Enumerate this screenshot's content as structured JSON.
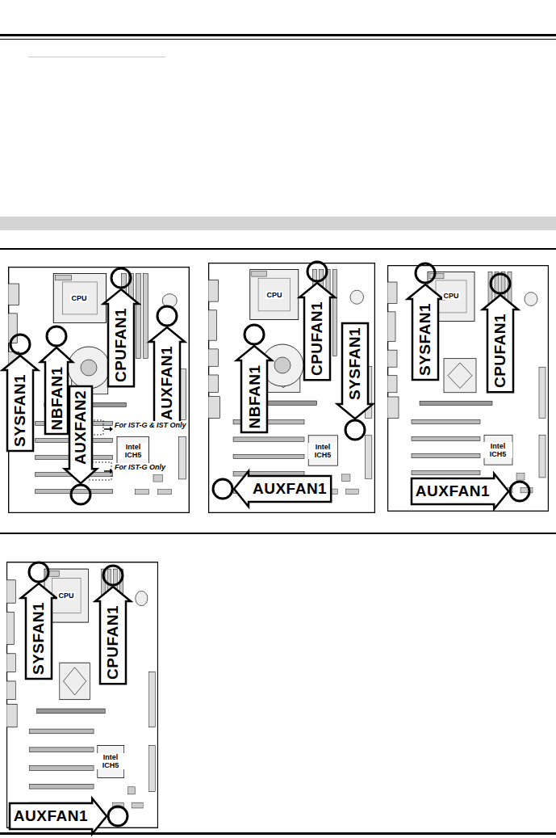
{
  "diagram": {
    "nodes": [
      {
        "text": [
          "SYSFAN1"
        ]
      },
      {
        "text": [
          "NBFAN1"
        ]
      },
      {
        "text": [
          "AUXFAN2"
        ]
      },
      {
        "text": [
          "CPUFAN1"
        ]
      },
      {
        "text": [
          "AUXFAN1"
        ]
      },
      {
        "text": [
          "NBFAN1"
        ]
      },
      {
        "text": [
          "CPUFAN1"
        ]
      },
      {
        "text": [
          "SYSFAN1"
        ]
      },
      {
        "text": [
          "AUXFAN1"
        ]
      },
      {
        "text": [
          "SYSFAN1"
        ]
      },
      {
        "text": [
          "CPUFAN1"
        ]
      },
      {
        "text": [
          "AUXFAN1"
        ]
      },
      {
        "text": [
          "SYSFAN1"
        ]
      },
      {
        "text": [
          "CPUFAN1"
        ]
      },
      {
        "text": [
          "AUXFAN1"
        ]
      }
    ],
    "labels": [
      "CPU",
      "For IST-G & IST Only",
      "Intel ICH5",
      "For IST-G Only",
      "CPU",
      "Intel ICH5",
      "CPU",
      "Intel ICH5",
      "CPU",
      "Intel ICH5"
    ]
  }
}
